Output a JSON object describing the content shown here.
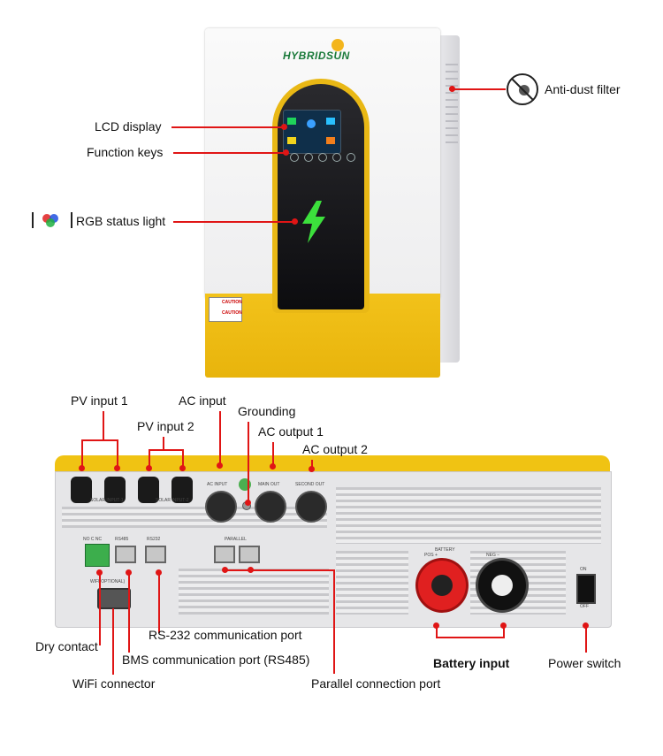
{
  "front": {
    "brand": "HYBRIDSUN",
    "labels": {
      "lcd_display": "LCD display",
      "function_keys": "Function keys",
      "rgb_status_light": "RGB status light",
      "anti_dust_filter": "Anti-dust filter"
    },
    "caution_1": "CAUTION",
    "caution_2": "CAUTION"
  },
  "back": {
    "labels": {
      "pv_input_1": "PV input 1",
      "pv_input_2": "PV input 2",
      "ac_input": "AC input",
      "grounding": "Grounding",
      "ac_output_1": "AC output 1",
      "ac_output_2": "AC output 2",
      "dry_contact": "Dry contact",
      "rs232_port": "RS-232 communication port",
      "bms_port": "BMS communication port (RS485)",
      "wifi_connector": "WiFi connector",
      "parallel_port": "Parallel connection port",
      "battery_input": "Battery input",
      "power_switch": "Power switch"
    },
    "panel_text": {
      "solar_input_1": "SOLAR INPUT-1",
      "solar_input_2": "SOLAR INPUT-2",
      "ac_input": "AC INPUT",
      "main_out": "MAIN OUT",
      "second_out": "SECOND OUT",
      "nc_c_nc": "NO C NC",
      "rs485": "RS485",
      "rs232": "RS232",
      "parallel": "PARALLEL",
      "wifi_optional": "WIFI(OPTIONAL)",
      "battery": "BATTERY",
      "pos": "POS +",
      "neg": "NEG −",
      "on": "ON",
      "off": "OFF"
    }
  },
  "colors": {
    "accent": "#e01515",
    "yellow": "#f0c313",
    "battery_red": "#e02020"
  }
}
